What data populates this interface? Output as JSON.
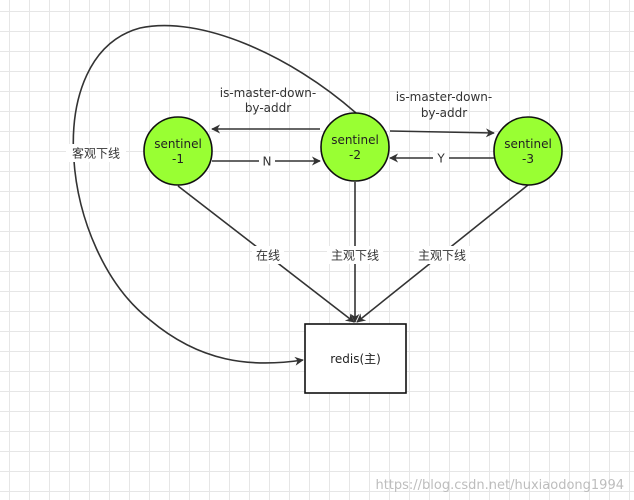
{
  "nodes": {
    "sentinel1": {
      "line1": "sentinel",
      "line2": "-1"
    },
    "sentinel2": {
      "line1": "sentinel",
      "line2": "-2"
    },
    "sentinel3": {
      "line1": "sentinel",
      "line2": "-3"
    },
    "redis": {
      "label": "redis(主)"
    }
  },
  "edges": {
    "loop_label": "客观下线",
    "s2_to_s1": {
      "line1": "is-master-down-",
      "line2": "by-addr"
    },
    "s2_to_s3": {
      "line1": "is-master-down-",
      "line2": "by-addr"
    },
    "s1_to_s2": "N",
    "s3_to_s2": "Y",
    "s1_to_redis": "在线",
    "s2_to_redis": "主观下线",
    "s3_to_redis": "主观下线"
  },
  "watermark": "https://blog.csdn.net/huxiaodong1994",
  "colors": {
    "node_fill": "#99ff33",
    "node_stroke": "#111111",
    "edge": "#333333"
  }
}
